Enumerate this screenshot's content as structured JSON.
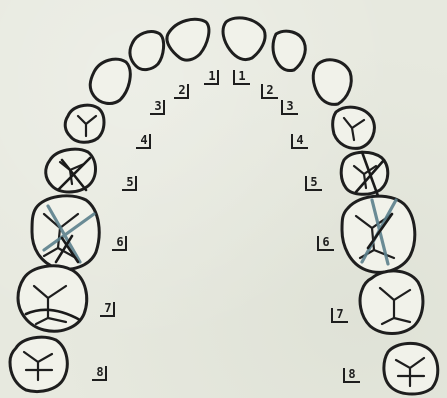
{
  "diagram": {
    "labels": {
      "right_side": [
        "1",
        "2",
        "3",
        "4",
        "5",
        "6",
        "7",
        "8"
      ],
      "left_side": [
        "1",
        "2",
        "3",
        "4",
        "5",
        "6",
        "7",
        "8"
      ]
    },
    "colors": {
      "background": "#e7e9df",
      "outline": "#1e1e1e",
      "blue_marks": "#5b7f8c"
    },
    "marked_teeth": {
      "right_side": [
        "5",
        "6",
        "7"
      ],
      "left_side": [
        "5",
        "6"
      ]
    }
  }
}
